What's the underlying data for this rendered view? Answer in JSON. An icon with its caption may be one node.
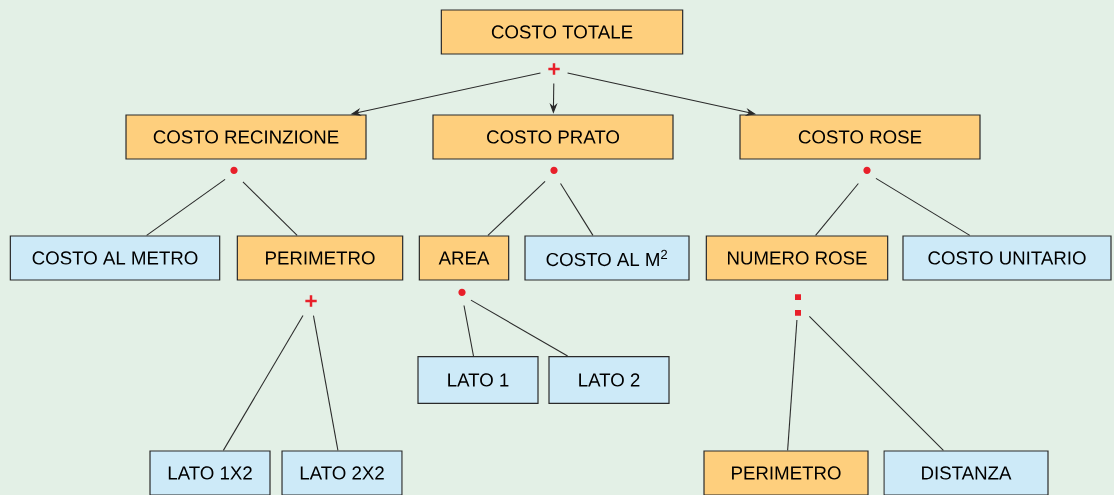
{
  "diagram": {
    "nodes": [
      {
        "text": [
          "COSTO TOTALE"
        ]
      },
      {
        "text": [
          "+"
        ]
      },
      {
        "text": [
          "COSTO RECINZIONE"
        ]
      },
      {
        "text": [
          "COSTO PRATO"
        ]
      },
      {
        "text": [
          "COSTO ROSE"
        ]
      },
      {
        "text": [
          "•"
        ]
      },
      {
        "text": [
          "•"
        ]
      },
      {
        "text": [
          "•"
        ]
      },
      {
        "text": [
          "COSTO AL METRO"
        ]
      },
      {
        "text": [
          "PERIMETRO"
        ]
      },
      {
        "text": [
          "AREA"
        ]
      },
      {
        "text": [
          "COSTO AL M$^{2}$"
        ]
      },
      {
        "text": [
          "NUMERO ROSE"
        ]
      },
      {
        "text": [
          "COSTO UNITARIO"
        ]
      },
      {
        "text": [
          "+"
        ]
      },
      {
        "text": [
          "•"
        ]
      },
      {
        "text": [
          ":"
        ]
      },
      {
        "text": [
          "LATO 1"
        ]
      },
      {
        "text": [
          "LATO 2"
        ]
      },
      {
        "text": [
          "LATO 1X2"
        ]
      },
      {
        "text": [
          "LATO 2X2"
        ]
      },
      {
        "text": [
          "PERIMETRO"
        ]
      },
      {
        "text": [
          "DISTANZA"
        ]
      }
    ],
    "edges": [
      {
        "from": 1,
        "to": 2,
        "arrow": "to"
      },
      {
        "from": 1,
        "to": 3,
        "arrow": "to"
      },
      {
        "from": 1,
        "to": 4,
        "arrow": "to"
      },
      {
        "from": 5,
        "to": 8,
        "arrow": "none"
      },
      {
        "from": 5,
        "to": 9,
        "arrow": "none"
      },
      {
        "from": 6,
        "to": 10,
        "arrow": "none"
      },
      {
        "from": 6,
        "to": 11,
        "arrow": "none"
      },
      {
        "from": 7,
        "to": 12,
        "arrow": "none"
      },
      {
        "from": 7,
        "to": 13,
        "arrow": "none"
      },
      {
        "from": 14,
        "to": 19,
        "arrow": "none"
      },
      {
        "from": 14,
        "to": 20,
        "arrow": "none"
      },
      {
        "from": 15,
        "to": 17,
        "arrow": "none"
      },
      {
        "from": 15,
        "to": 18,
        "arrow": "none"
      },
      {
        "from": 16,
        "to": 21,
        "arrow": "none"
      },
      {
        "from": 16,
        "to": 22,
        "arrow": "none"
      }
    ]
  }
}
